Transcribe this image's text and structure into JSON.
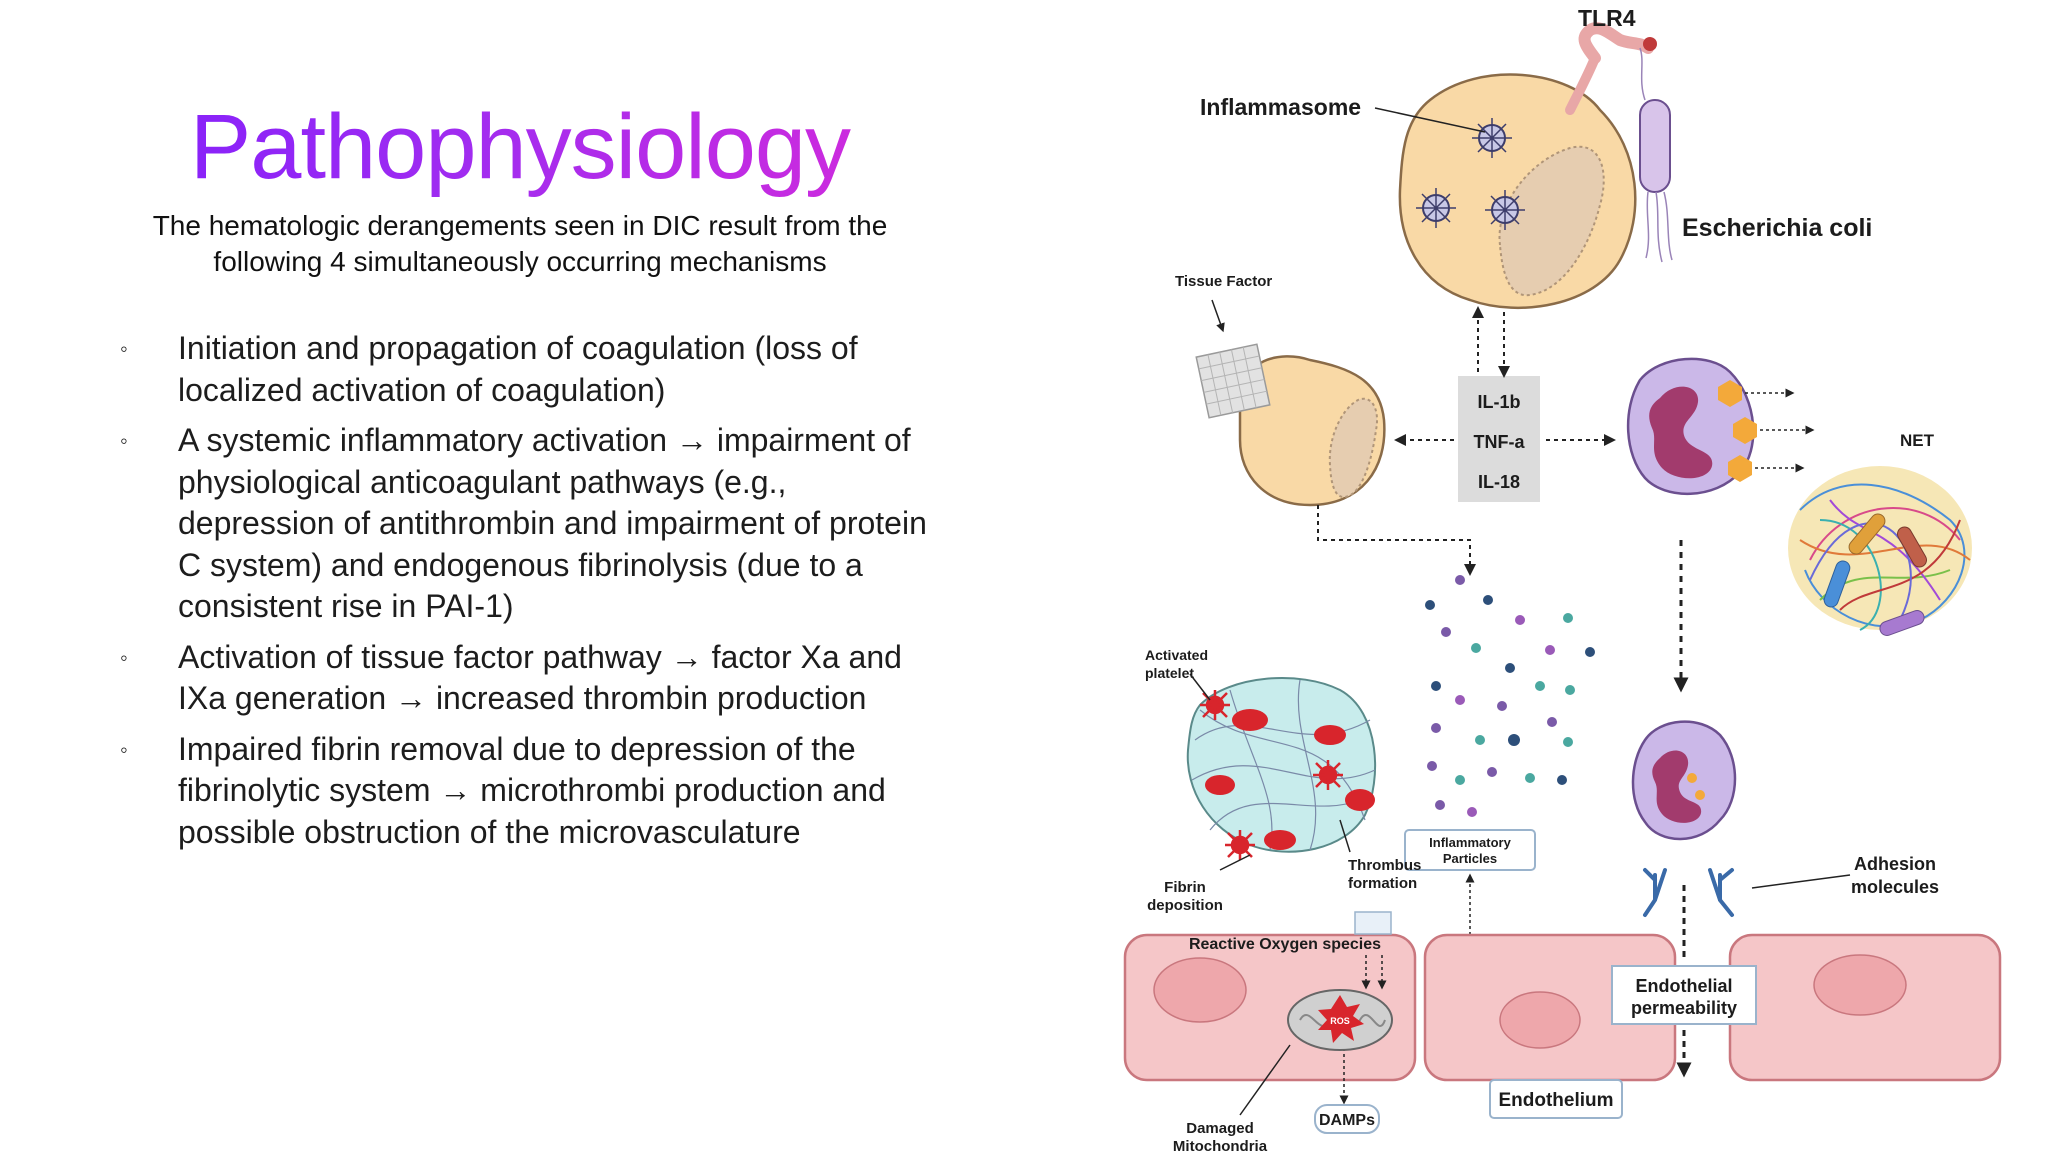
{
  "slide": {
    "title": "Pathophysiology",
    "subtitle": "The hematologic derangements seen in DIC result from the following 4 simultaneously occurring mechanisms",
    "bullet_marker": "◦",
    "bullets": [
      "Initiation and propagation of coagulation (loss of localized activation of coagulation)",
      "A systemic inflammatory activation → impairment of physiological anticoagulant pathways (e.g., depression of antithrombin and impairment of protein C system) and endogenous fibrinolysis (due to a consistent rise in PAI-1)",
      "Activation of tissue factor pathway → factor Xa and IXa generation → increased thrombin production",
      "Impaired fibrin removal due to depression of the fibrinolytic system → microthrombi production and possible obstruction of the microvasculature"
    ]
  },
  "diagram": {
    "labels": {
      "tlr4": "TLR4",
      "inflammasome": "Inflammasome",
      "ecoli": "Escherichia coli",
      "tissue_factor": "Tissue Factor",
      "il1b": "IL-1b",
      "tnfa": "TNF-a",
      "il18": "IL-18",
      "net": "NET",
      "activated_platelet_1": "Activated",
      "activated_platelet_2": "platelet",
      "fibrin_1": "Fibrin",
      "fibrin_2": "deposition",
      "thrombus_1": "Thrombus",
      "thrombus_2": "formation",
      "inflam_particles_1": "Inflammatory",
      "inflam_particles_2": "Particles",
      "adhesion_1": "Adhesion",
      "adhesion_2": "molecules",
      "ros_species": "Reactive Oxygen species",
      "ros": "ROS",
      "endo_perm_1": "Endothelial",
      "endo_perm_2": "permeability",
      "endothelium": "Endothelium",
      "damps": "DAMPs",
      "damaged_mito_1": "Damaged",
      "damaged_mito_2": "Mitochondria"
    },
    "colors": {
      "cell_fill": "#f9d9a6",
      "cell_stroke": "#8a6b48",
      "neutrophil_fill": "#cbb8e8",
      "nucleus_fill": "#a23b6d",
      "granule": "#f3a93a",
      "endothelial_fill": "#f5c6c8",
      "endothelial_stroke": "#c9777e",
      "thrombus_fill": "#c8ecec",
      "platelet": "#d8252c",
      "cytokine_box": "#dcdcdc"
    }
  }
}
